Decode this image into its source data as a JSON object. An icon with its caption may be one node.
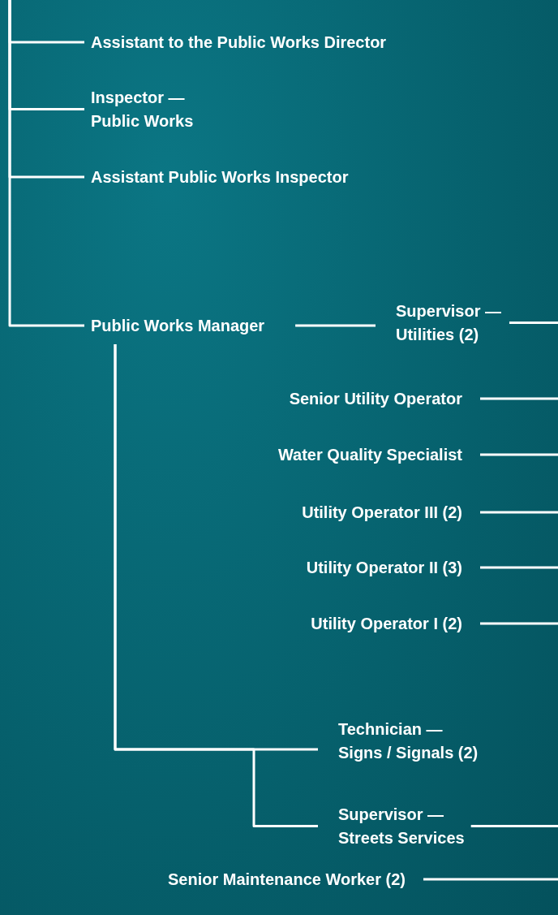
{
  "diagram": {
    "nodes": [
      {
        "text": [
          "Assistant to the Public Works Director"
        ]
      },
      {
        "text": [
          "Inspector — Public Works"
        ]
      },
      {
        "text": [
          "Assistant Public Works Inspector"
        ]
      },
      {
        "text": [
          "Public Works Manager"
        ]
      },
      {
        "text": [
          "Supervisor — Utilities (2)"
        ]
      },
      {
        "text": [
          "Senior Utility Operator"
        ]
      },
      {
        "text": [
          "Water Quality Specialist"
        ]
      },
      {
        "text": [
          "Utility Operator III (2)"
        ]
      },
      {
        "text": [
          "Utility Operator II (3)"
        ]
      },
      {
        "text": [
          "Utility Operator I (2)"
        ]
      },
      {
        "text": [
          "Technician — Signs / Signals (2)"
        ]
      },
      {
        "text": [
          "Supervisor — Streets Services"
        ]
      },
      {
        "text": [
          "Senior Maintenance Worker (2)"
        ]
      }
    ],
    "edges": [
      {
        "from": null,
        "to": 0,
        "arrow": "none"
      },
      {
        "from": null,
        "to": 1,
        "arrow": "none"
      },
      {
        "from": null,
        "to": 2,
        "arrow": "none"
      },
      {
        "from": null,
        "to": 3,
        "arrow": "none"
      },
      {
        "from": 3,
        "to": 4,
        "arrow": "none"
      },
      {
        "from": 4,
        "to": null,
        "arrow": "none"
      },
      {
        "from": null,
        "to": 5,
        "arrow": "none"
      },
      {
        "from": null,
        "to": 6,
        "arrow": "none"
      },
      {
        "from": null,
        "to": 7,
        "arrow": "none"
      },
      {
        "from": null,
        "to": 8,
        "arrow": "none"
      },
      {
        "from": null,
        "to": 9,
        "arrow": "none"
      },
      {
        "from": 3,
        "to": 10,
        "arrow": "none"
      },
      {
        "from": 3,
        "to": 11,
        "arrow": "none"
      },
      {
        "from": 11,
        "to": null,
        "arrow": "none"
      },
      {
        "from": null,
        "to": 12,
        "arrow": "none"
      }
    ]
  }
}
